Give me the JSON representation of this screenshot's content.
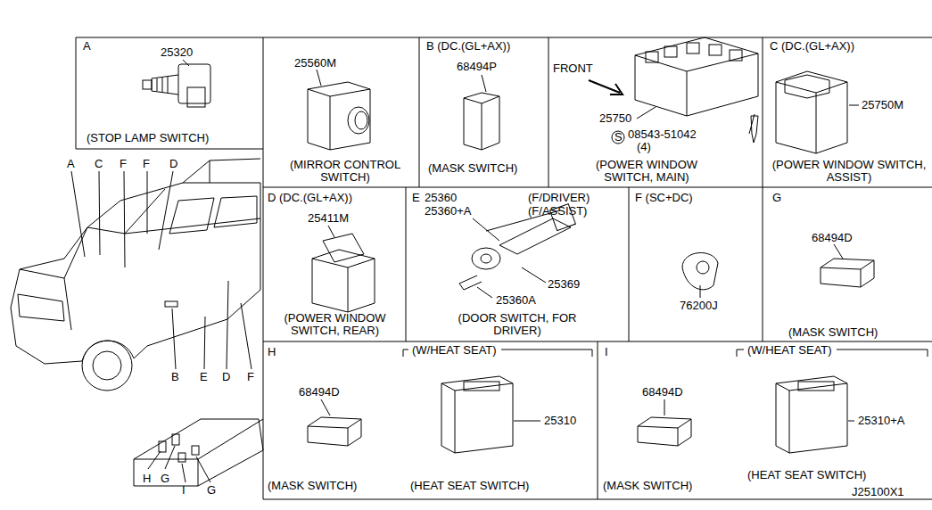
{
  "diagram": {
    "nodes": [
      {
        "text": [
          "A",
          "25320",
          "(STOP LAMP SWITCH)"
        ]
      },
      {
        "text": [
          "25560M",
          "(MIRROR CONTROL SWITCH)"
        ]
      },
      {
        "text": [
          "B (DC.(GL+AX))",
          "68494P",
          "(MASK SWITCH)"
        ]
      },
      {
        "text": [
          "FRONT",
          "25750",
          "S",
          "08543-51042",
          "(4)",
          "(POWER WINDOW SWITCH, MAIN)"
        ]
      },
      {
        "text": [
          "C (DC.(GL+AX))",
          "25750M",
          "(POWER WINDOW SWITCH, ASSIST)"
        ]
      },
      {
        "text": [
          "D (DC.(GL+AX))",
          "25411M",
          "(POWER WINDOW SWITCH, REAR)"
        ]
      },
      {
        "text": [
          "E",
          "25360",
          "(F/DRIVER)",
          "25360+A",
          "(F/ASSIST)",
          "25369",
          "25360A",
          "(DOOR SWITCH, FOR DRIVER)"
        ]
      },
      {
        "text": [
          "F (SC+DC)",
          "76200J"
        ]
      },
      {
        "text": [
          "G",
          "68494D",
          "(MASK SWITCH)"
        ]
      },
      {
        "text": [
          "H",
          "68494D",
          "(MASK SWITCH)"
        ]
      },
      {
        "text": [
          "(W/HEAT SEAT)",
          "25310",
          "(HEAT SEAT SWITCH)"
        ]
      },
      {
        "text": [
          "I",
          "68494D",
          "(MASK SWITCH)"
        ]
      },
      {
        "text": [
          "(W/HEAT SEAT)",
          "25310+A",
          "(HEAT SEAT SWITCH)"
        ]
      }
    ],
    "labels": [
      "A",
      "C",
      "F",
      "F",
      "D",
      "B",
      "E",
      "D",
      "F",
      "H",
      "G",
      "I",
      "G",
      "J25100X1"
    ]
  }
}
